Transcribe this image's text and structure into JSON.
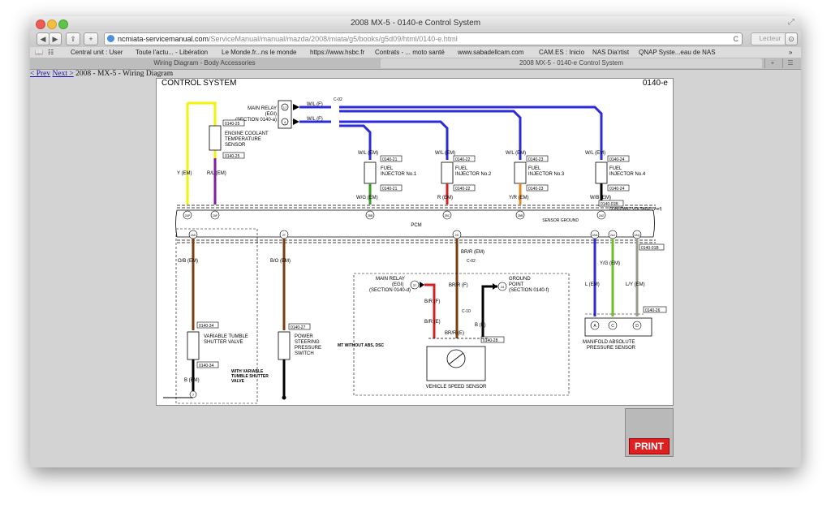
{
  "window": {
    "title": "2008 MX-5 - 0140-e Control System",
    "fullscreen_icon": "expand-arrows"
  },
  "toolbar": {
    "back": "◀",
    "forward": "▶",
    "share": "⇪",
    "add": "+",
    "url_host": "ncmiata-servicemanual.com",
    "url_path": "/ServiceManual/manual/mazda/2008/miata/g5/books/g5d09/html/0140-e.html",
    "reader": "Lecteur",
    "reload": "C"
  },
  "bookmarks": [
    "Central unit : User",
    "Toute l'actu... - Libération",
    "Le Monde.fr...ns le monde",
    "https://www.hsbc.fr",
    "Contrats - ... moto santé",
    "www.sabadellcam.com",
    "CAM.ES : Inicio",
    "NAS Dia'rtist",
    "QNAP Syste...eau de NAS"
  ],
  "tabs": [
    "Wiring Diagram - Body Accessories",
    "2008 MX-5 - 0140-e Control System"
  ],
  "nav": {
    "prev": "< Prev",
    "next": "Next >",
    "trail": " 2008 - MX-5 - Wiring Diagram"
  },
  "diagram": {
    "title": "CONTROL SYSTEM",
    "code": "0140-e",
    "main_relay_top": [
      "MAIN RELAY",
      "(EGI)",
      "(SECTION 0140-a)"
    ],
    "relay_pins": [
      "17",
      "4"
    ],
    "wl_f": "W/L (F)",
    "c02": "C-02",
    "injectors": [
      {
        "name": "FUEL INJECTOR No.1",
        "top_wire": "W/L (EM)",
        "code": "0140-21",
        "bottom_wire": "W/G (EM)"
      },
      {
        "name": "FUEL INJECTOR No.2",
        "top_wire": "W/L (EM)",
        "code": "0140-22",
        "bottom_wire": "R (EM)"
      },
      {
        "name": "FUEL INJECTOR No.3",
        "top_wire": "W/L (EM)",
        "code": "0140-23",
        "bottom_wire": "Y/R (EM)"
      },
      {
        "name": "FUEL INJECTOR No.4",
        "top_wire": "W/L (EM)",
        "code": "0140-24",
        "bottom_wire": "W/B (EM)"
      }
    ],
    "ect": {
      "name": "ENGINE COOLANT TEMPERATURE SENSOR",
      "code": "0140-25",
      "wire_left": "Y (EM)",
      "wire_right": "R/L (EM)"
    },
    "pcm": "PCM",
    "pcm_code_top": "0140-01B",
    "pcm_code_bottom": "0140-01B",
    "pcm_pins_top": [
      "2AP",
      "2AF",
      "2BB",
      "2BC",
      "2BB",
      "2AZ"
    ],
    "pcm_pins_bottom": [
      "2AD",
      "2T",
      "2G",
      "2AN",
      "2AJ",
      "2AQ"
    ],
    "sensor_ground": "SENSOR GROUND",
    "constant_voltage": "CONSTANT VOLTAGE (Vref)",
    "tumble": {
      "name": "VARIABLE TUMBLE SHUTTER VALVE",
      "code": "0140-34",
      "wire_top": "O/B (EM)",
      "wire_bottom": "B (EM)",
      "ground_pin": "7",
      "note": "WITH VARIABLE TUMBLE SHUTTER VALVE"
    },
    "psp": {
      "name": "POWER STEERING PRESSURE SWITCH",
      "code": "0140-27",
      "wire": "B/O (EM)"
    },
    "vss": {
      "name": "VEHICLE SPEED SENSOR",
      "code": "0140-28",
      "mt_note": "MT WITHOUT ABS, DSC",
      "main_relay": [
        "MAIN RELAY",
        "(EGI)",
        "(SECTION 0140-d)"
      ],
      "relay_pin": "37",
      "ground_point": [
        "GROUND",
        "POINT",
        "(SECTION 0140-f)"
      ],
      "ground_pin": "24",
      "wires": [
        "BR/R (EM)",
        "BR/R (F)",
        "B/R (F)",
        "B/R (E)",
        "BR/R (E)",
        "B (E)"
      ],
      "connectors": [
        "C-02",
        "C-10"
      ]
    },
    "map": {
      "name": "MANIFOLD ABSOLUTE PRESSURE SENSOR",
      "code": "0140-26",
      "wires": [
        "L (EM)",
        "Y/G (EM)",
        "L/Y (EM)"
      ],
      "pins": [
        "A",
        "C",
        "D"
      ]
    }
  },
  "print": "PRINT",
  "colors": {
    "blue": "#2b2bd9",
    "yellow": "#f2f20a",
    "purple": "#7a1fa6",
    "green": "#3a9a2a",
    "red": "#d42020",
    "orange": "#e08a1a",
    "brown": "#7a3d12",
    "black": "#000000",
    "lgreen": "#6fbf2a",
    "grey": "#9a9a8a"
  }
}
